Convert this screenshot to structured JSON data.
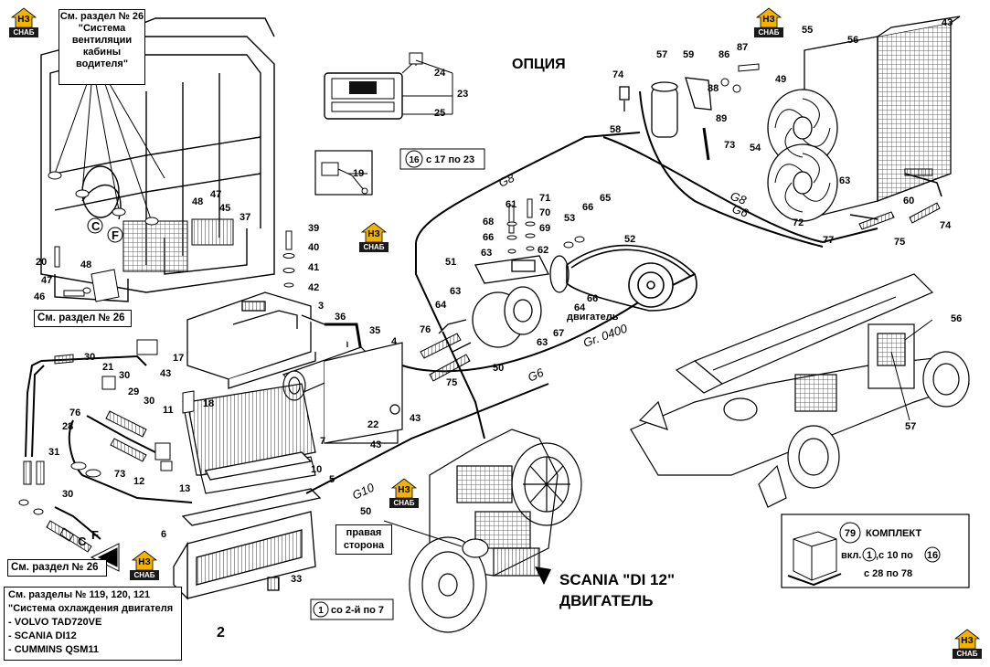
{
  "headings": {
    "option": "ОПЦИЯ",
    "engine_line1": "SCANIA \"DI 12\"",
    "engine_line2": "ДВИГАТЕЛЬ"
  },
  "notes": {
    "ventilation": [
      "См. раздел № 26",
      "\"Система",
      "вентиляции",
      "кабины",
      "водителя\""
    ],
    "section26_mid": "См. раздел № 26",
    "section26_bottom": "См. раздел № 26",
    "cooling": [
      "См. разделы № 119, 120, 121",
      "\"Система охлаждения двигателя",
      "- VOLVO TAD720VE",
      "- SCANIA DI12",
      "- CUMMINS QSM11"
    ],
    "right_side": [
      "правая",
      "сторона"
    ],
    "range_16": "с 17 по 23",
    "range_16_num": "16",
    "range_1": "со 2-й по 7",
    "range_1_num": "1",
    "kit": {
      "num": "79",
      "title": "КОМПЛЕКТ",
      "line1_prefix": "вкл.",
      "line1_a": "1",
      "line1_mid": ",с 10 по",
      "line1_b": "16",
      "line2": "с 28 по 78"
    }
  },
  "hose_labels": [
    "G8",
    "G6",
    "G8",
    "G6",
    "G10",
    "Gr. 0400"
  ],
  "motor_label": "двигатель",
  "part_number_2": "2",
  "part_numbers": [
    "1",
    "3",
    "4",
    "5",
    "6",
    "7",
    "10",
    "11",
    "12",
    "13",
    "17",
    "18",
    "19",
    "20",
    "21",
    "22",
    "23",
    "24",
    "25",
    "28",
    "29",
    "30",
    "31",
    "33",
    "35",
    "36",
    "37",
    "39",
    "40",
    "41",
    "42",
    "43",
    "45",
    "46",
    "47",
    "48",
    "49",
    "50",
    "51",
    "52",
    "53",
    "54",
    "55",
    "56",
    "57",
    "58",
    "59",
    "60",
    "61",
    "62",
    "63",
    "64",
    "65",
    "66",
    "67",
    "68",
    "69",
    "70",
    "71",
    "72",
    "73",
    "74",
    "75",
    "76",
    "77",
    "79",
    "86",
    "87",
    "88",
    "89"
  ],
  "logo": {
    "letters": "НЗ",
    "caption": "СНАБ",
    "color": "#f2b200"
  },
  "letters_cf": [
    "C",
    "F",
    "C",
    "F"
  ],
  "colors": {
    "line": "#000000",
    "paper": "#ffffff",
    "hatch": "#444444"
  }
}
